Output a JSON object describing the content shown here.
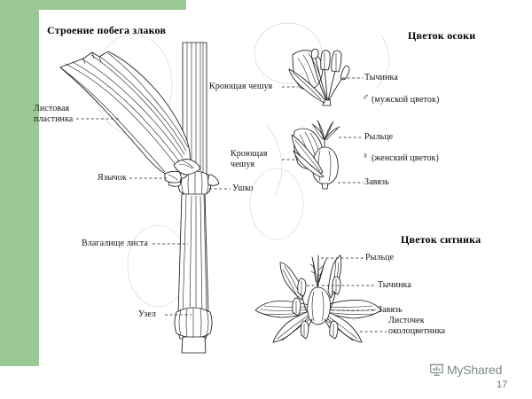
{
  "slide": {
    "page_number": "17",
    "accent_color": "#99c894",
    "ink_color": "#141414",
    "background": "#ffffff"
  },
  "watermark": {
    "brand": "MyShared",
    "icon": "myshared-logo-icon"
  },
  "panels": {
    "grass_shoot": {
      "title": "Строение побега злаков",
      "labels": {
        "leaf_blade": "Листовая\nпластинка",
        "ligule": "Язычок",
        "leaf_sheath": "Влагалище листа",
        "node": "Узел",
        "auricle": "Ушко",
        "bract_scale_upper": "Кроющая чешуя",
        "bract_scale_lower": "Кроющая\nчешуя"
      }
    },
    "sedge_flower": {
      "title": "Цветок осоки",
      "labels": {
        "stamen": "Тычинка",
        "male_flower": "(мужской цветок)",
        "male_symbol": "♂",
        "stigma": "Рыльце",
        "female_flower": "(женский цветок)",
        "female_symbol": "♀",
        "ovary": "Завязь"
      }
    },
    "rush_flower": {
      "title": "Цветок ситника",
      "labels": {
        "stigma": "Рыльце",
        "stamen": "Тычинка",
        "ovary": "Завязь",
        "perianth_leaflet": "Листочек\nоколоцветника"
      }
    }
  }
}
